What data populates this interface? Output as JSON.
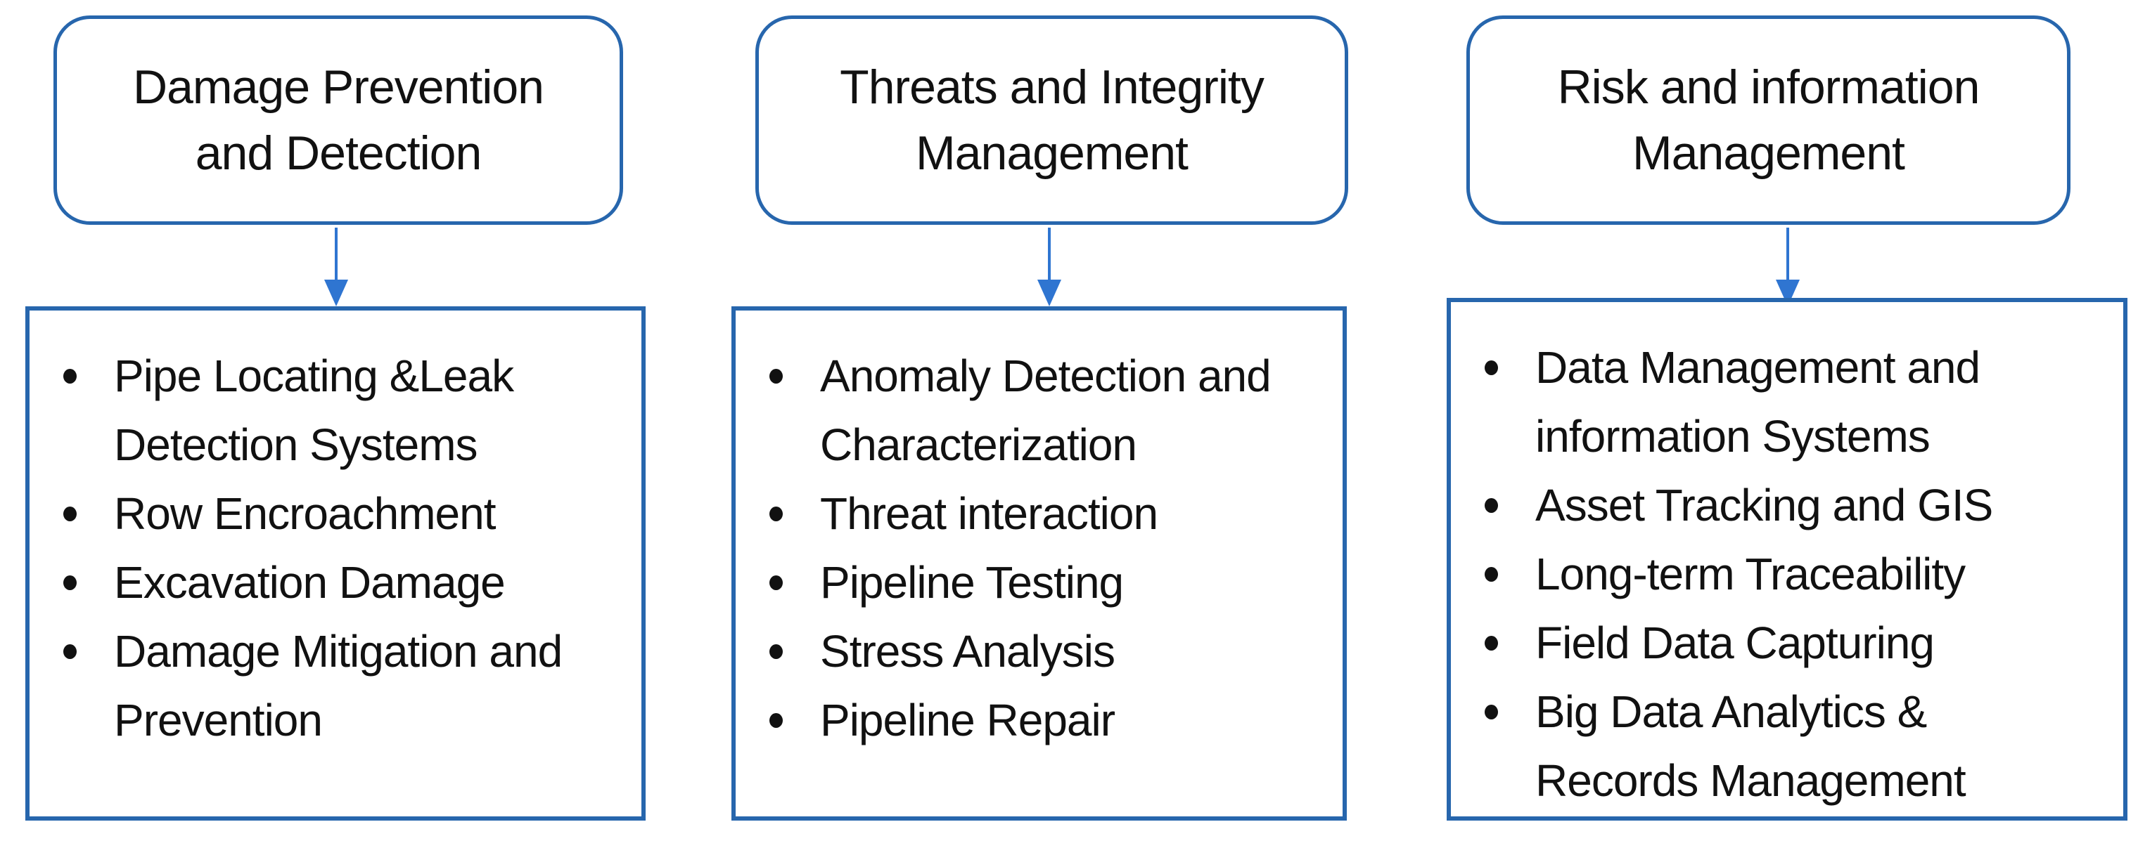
{
  "diagram": {
    "colors": {
      "box_border": "#2766AD",
      "arrow": "#2F75D1",
      "text": "#111111",
      "background": "#FFFFFF"
    },
    "columns": [
      {
        "header": "Damage Prevention and Detection",
        "items": [
          "Pipe Locating &Leak Detection Systems",
          "Row Encroachment",
          "Excavation Damage",
          "Damage Mitigation and Prevention"
        ]
      },
      {
        "header": "Threats and Integrity Management",
        "items": [
          "Anomaly Detection and Characterization",
          "Threat interaction",
          "Pipeline Testing",
          "Stress Analysis",
          "Pipeline Repair"
        ]
      },
      {
        "header": "Risk and information Management",
        "items": [
          "Data Management and information Systems",
          "Asset Tracking and GIS",
          "Long-term Traceability",
          "Field Data Capturing",
          "Big Data Analytics & Records Management"
        ]
      }
    ]
  }
}
